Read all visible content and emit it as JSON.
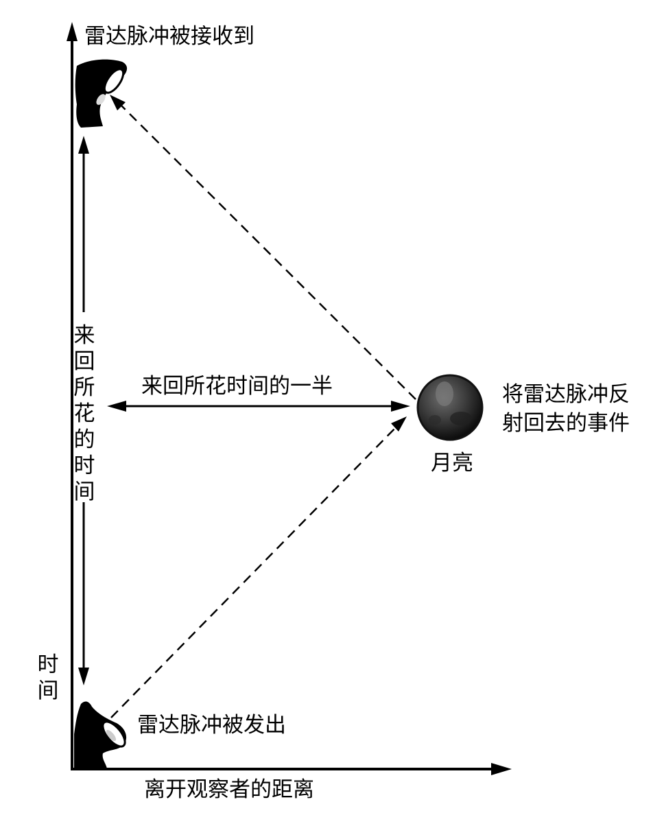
{
  "labels": {
    "received": "雷达脉冲被接收到",
    "emitted": "雷达脉冲被发出",
    "round_trip": "来回所花的时间",
    "half_trip": "来回所花时间的一半",
    "reflection_event": "将雷达脉冲反射回去的事件",
    "reflection_line1": "将雷达脉冲反",
    "reflection_line2": "射回去的事件",
    "moon": "月亮",
    "time_axis": "时间",
    "distance_axis": "离开观察者的距离"
  },
  "icons": {
    "emitter": "radar-dish-icon",
    "receiver": "radar-dish-icon",
    "moon": "moon-icon"
  },
  "colors": {
    "ink": "#000000",
    "moon_dark": "#1a1a1a",
    "moon_mid": "#5a5a5a",
    "background": "#ffffff"
  }
}
